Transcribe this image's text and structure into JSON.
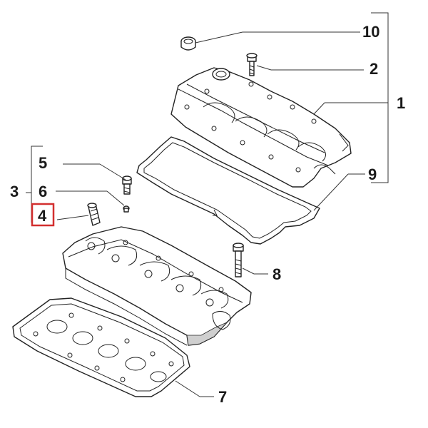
{
  "diagram": {
    "callouts": [
      {
        "id": "c10",
        "label": "10"
      },
      {
        "id": "c2",
        "label": "2"
      },
      {
        "id": "c1",
        "label": "1"
      },
      {
        "id": "c9",
        "label": "9"
      },
      {
        "id": "c5",
        "label": "5"
      },
      {
        "id": "c3",
        "label": "3"
      },
      {
        "id": "c6",
        "label": "6"
      },
      {
        "id": "c4",
        "label": "4"
      },
      {
        "id": "c8",
        "label": "8"
      },
      {
        "id": "c7",
        "label": "7"
      }
    ],
    "highlight": {
      "callout": "4",
      "color": "#d32f2f"
    }
  }
}
